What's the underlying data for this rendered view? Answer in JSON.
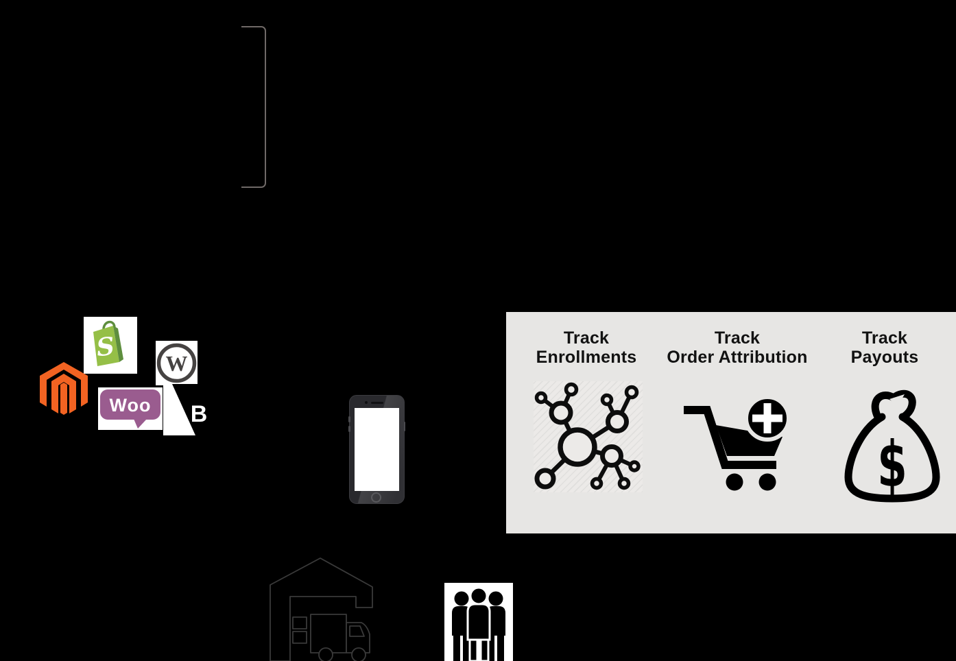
{
  "canvas": {
    "bg": "#000000"
  },
  "bracket": {
    "color": "#6F6967"
  },
  "platforms": {
    "shopify": {
      "letter": "S",
      "bag_green": "#95BF47",
      "bag_shadow_green": "#5E8E3E"
    },
    "wordpress": {
      "letter": "W",
      "mark_gray": "#464342"
    },
    "magento": {
      "mark_orange": "#F26322"
    },
    "woocommerce": {
      "wordmark": "Woo",
      "bubble_purple": "#9A5C8F"
    },
    "bigcommerce": {
      "letter": "B"
    }
  },
  "features": {
    "panel_bg": "#E7E6E4",
    "text_color": "#121212",
    "items": [
      {
        "line1": "Track",
        "line2": "Enrollments",
        "icon": "network-nodes-icon"
      },
      {
        "line1": "Track",
        "line2": "Order Attribution",
        "icon": "cart-add-icon"
      },
      {
        "line1": "Track",
        "line2": "Payouts",
        "icon": "money-bag-icon",
        "currency_symbol": "$"
      }
    ]
  },
  "devices": {
    "phone_body": "#29292D",
    "phone_screen": "#FFFFFF"
  },
  "warehouse": {
    "outline": "#3A3A3A"
  },
  "people": {
    "background": "#FFFFFF",
    "figure": "#000000"
  }
}
